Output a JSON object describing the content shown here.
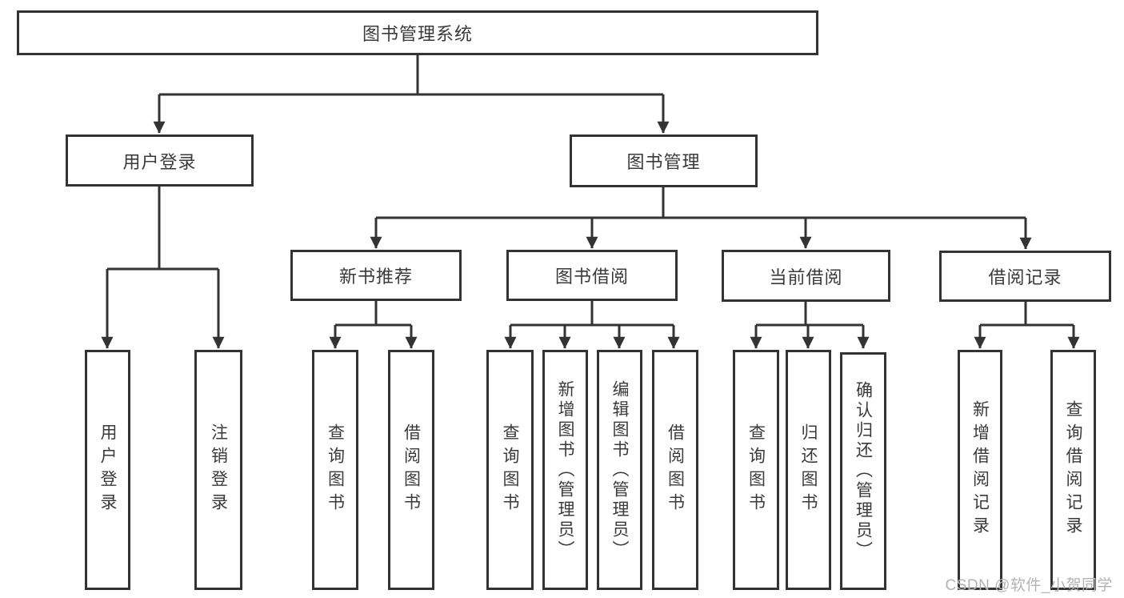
{
  "diagram": {
    "root": {
      "label": "图书管理系统"
    },
    "level2": [
      {
        "label": "用户登录"
      },
      {
        "label": "图书管理"
      }
    ],
    "level3": [
      {
        "label": "新书推荐"
      },
      {
        "label": "图书借阅"
      },
      {
        "label": "当前借阅"
      },
      {
        "label": "借阅记录"
      }
    ],
    "leaves": [
      {
        "label": "用户登录"
      },
      {
        "label": "注销登录"
      },
      {
        "label": "查询图书"
      },
      {
        "label": "借阅图书"
      },
      {
        "label": "查询图书"
      },
      {
        "label": "新增图书（管理员）"
      },
      {
        "label": "编辑图书（管理员）"
      },
      {
        "label": "借阅图书"
      },
      {
        "label": "查询图书"
      },
      {
        "label": "归还图书"
      },
      {
        "label": "确认归还（管理员）"
      },
      {
        "label": "新增借阅记录"
      },
      {
        "label": "查询借阅记录"
      }
    ]
  },
  "watermark": {
    "text": "CSDN @软件_小贺同学"
  },
  "colors": {
    "line": "#333333",
    "text": "#3a3a3a",
    "watermark": "#b3b3b3",
    "background": "#ffffff"
  }
}
